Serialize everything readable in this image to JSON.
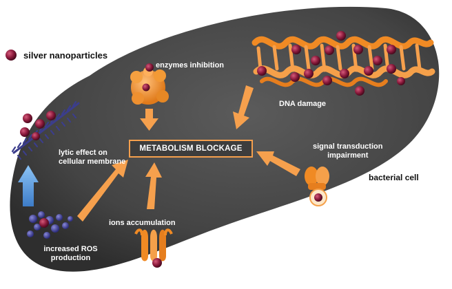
{
  "legend": {
    "label": "silver nanoparticles",
    "icon": "silver-nanoparticle-icon"
  },
  "cell_label": "bacterial cell",
  "center": {
    "label": "METABOLISM BLOCKAGE"
  },
  "effects": {
    "enzymes": "enzymes inhibition",
    "dna": "DNA damage",
    "lytic_line1": "lytic effect on",
    "lytic_line2": "cellular membrane",
    "signal_line1": "signal transduction",
    "signal_line2": "impairment",
    "ions": "ions accumulation",
    "ros_line1": "increased ROS",
    "ros_line2": "production"
  },
  "colors": {
    "cell": "#4a4a4a",
    "arrow": "#f6a04d",
    "nanoparticle": "#8b1a3c",
    "membrane": "#3b3d8c",
    "blue_arrow": "#5aa0e6",
    "protein": "#f08a24"
  }
}
